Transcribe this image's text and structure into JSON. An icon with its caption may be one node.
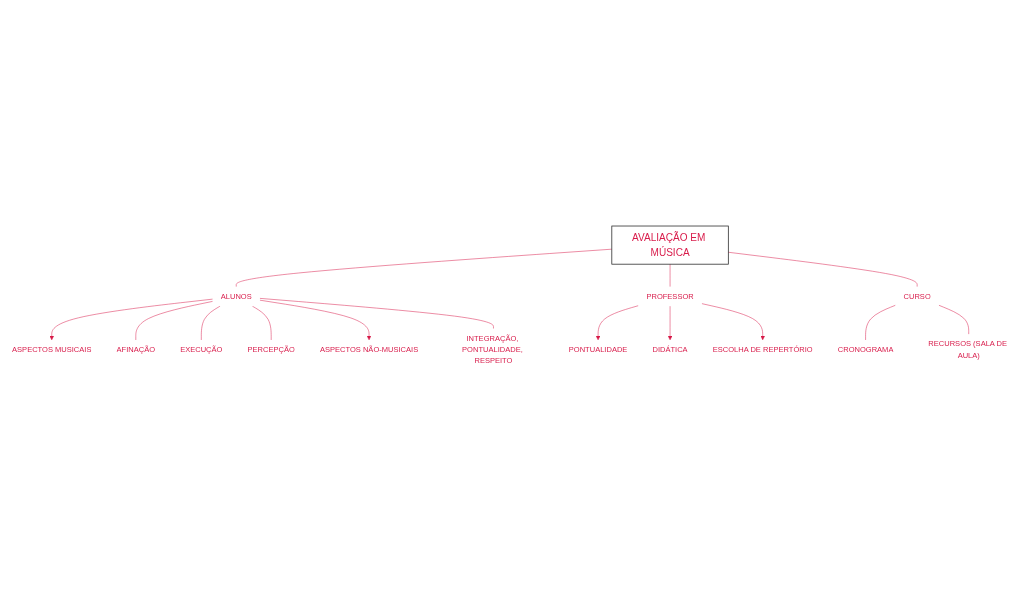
{
  "diagram": {
    "nodes": [
      {
        "text": [
          "ALUNOS"
        ]
      },
      {
        "text": [
          "ASPECTOS MUSICAIS"
        ]
      },
      {
        "text": [
          "AFINAÇÃO"
        ]
      },
      {
        "text": [
          "EXECUÇÃO"
        ]
      },
      {
        "text": [
          "PERCEPÇÃO"
        ]
      },
      {
        "text": [
          "ASPECTOS NÃO-MUSICAIS"
        ]
      },
      {
        "text": [
          "INTEGRAÇÃO, PONTUALIDADE, RESPEITO"
        ]
      },
      {
        "text": [
          "AVALIAÇÃO EM MÚSICA"
        ]
      },
      {
        "text": [
          "PROFESSOR"
        ]
      },
      {
        "text": [
          "PONTUALIDADE"
        ]
      },
      {
        "text": [
          "DIDÁTICA"
        ]
      },
      {
        "text": [
          "ESCOLHA DE REPERTÓRIO"
        ]
      },
      {
        "text": [
          "CRONOGRAMA"
        ]
      },
      {
        "text": [
          "RECURSOS (SALA DE AULA)"
        ]
      },
      {
        "text": [
          "CURSO"
        ]
      }
    ],
    "edges": [
      {
        "from": 7,
        "to": 0,
        "arrow": "none"
      },
      {
        "from": 0,
        "to": 1,
        "arrow": "to"
      },
      {
        "from": 0,
        "to": 2,
        "arrow": "none"
      },
      {
        "from": 0,
        "to": 3,
        "arrow": "none"
      },
      {
        "from": 0,
        "to": 4,
        "arrow": "none"
      },
      {
        "from": 0,
        "to": 5,
        "arrow": "to"
      },
      {
        "from": 0,
        "to": 6,
        "arrow": "none"
      },
      {
        "from": 7,
        "to": 8,
        "arrow": "none"
      },
      {
        "from": 8,
        "to": 9,
        "arrow": "to"
      },
      {
        "from": 8,
        "to": 10,
        "arrow": "to"
      },
      {
        "from": 8,
        "to": 11,
        "arrow": "to"
      },
      {
        "from": 7,
        "to": 14,
        "arrow": "none"
      },
      {
        "from": 14,
        "to": 12,
        "arrow": "none"
      },
      {
        "from": 14,
        "to": 13,
        "arrow": "none"
      }
    ]
  }
}
